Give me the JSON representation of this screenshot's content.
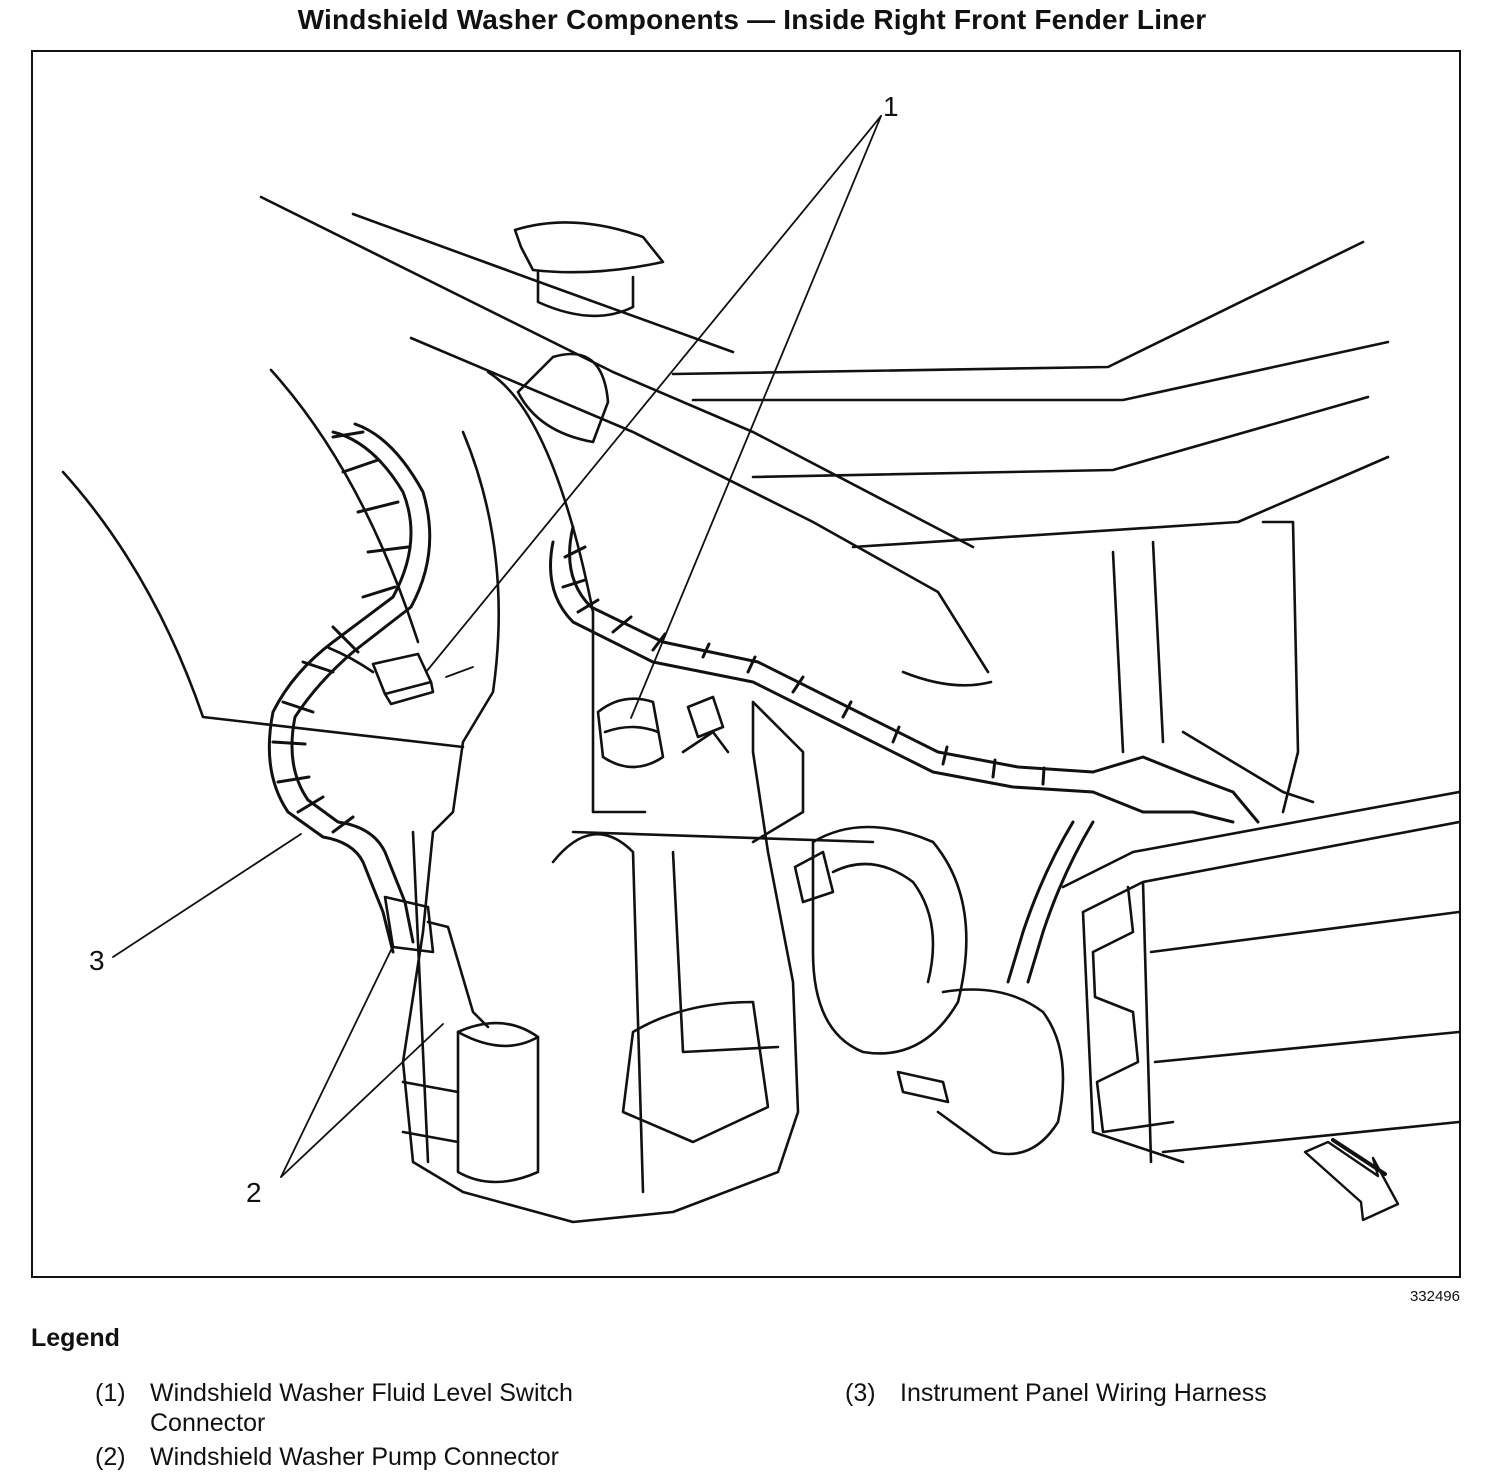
{
  "title": "Windshield Washer Components — Inside Right Front Fender Liner",
  "figure_id": "332496",
  "callouts": [
    "1",
    "2",
    "3"
  ],
  "legend": {
    "heading": "Legend",
    "items": [
      {
        "number": "(1)",
        "description": "Windshield Washer Fluid Level Switch Connector"
      },
      {
        "number": "(2)",
        "description": "Windshield Washer Pump Connector"
      },
      {
        "number": "(3)",
        "description": "Instrument Panel Wiring Harness"
      }
    ]
  },
  "colors": {
    "ink": "#111111",
    "paper": "#ffffff"
  },
  "icons": [
    "forward-direction-arrow-icon"
  ]
}
